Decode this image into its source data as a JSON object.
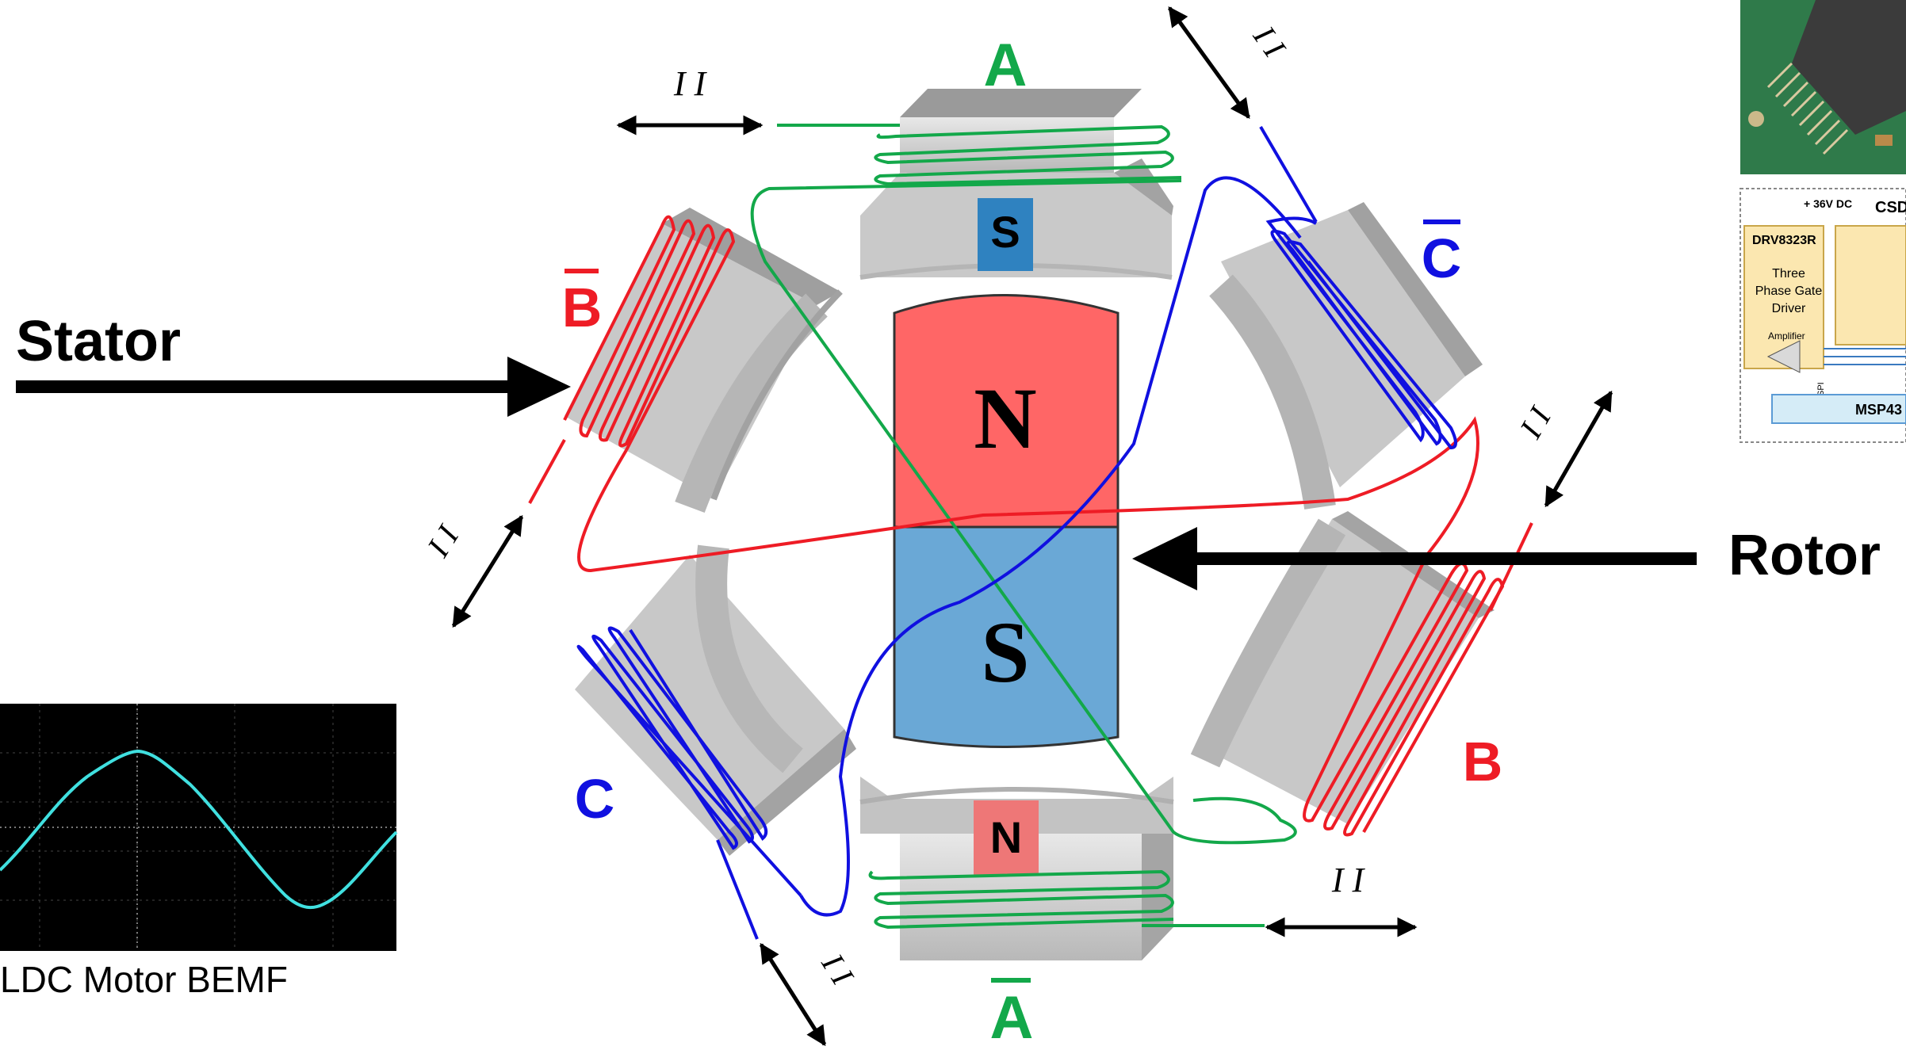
{
  "labels": {
    "stator": "Stator",
    "rotor": "Rotor",
    "phase_a": "A",
    "phase_a_bar": "A",
    "phase_b": "B",
    "phase_b_bar": "B",
    "phase_c": "C",
    "phase_c_bar": "C",
    "rotor_north": "N",
    "rotor_south": "S",
    "top_pole_south": "S",
    "bottom_pole_north": "N",
    "current_symbol": "I I",
    "bemf_caption": "LDC Motor BEMF"
  },
  "schematic_thumbnail": {
    "supply": "+ 36V DC",
    "fet_label": "CSD",
    "driver_name": "DRV8323R",
    "driver_desc_1": "Three",
    "driver_desc_2": "Phase Gate",
    "driver_desc_3": "Driver",
    "amplifier": "Amplifier",
    "spi": "SPI",
    "mcu": "MSP43"
  },
  "colors": {
    "phase_a": "#13a84a",
    "phase_b": "#ee1c25",
    "phase_c": "#1010e0",
    "rotor_north": "#ff6666",
    "rotor_south": "#6aa8d6",
    "pole_south": "#2f82c0",
    "pole_north": "#ee7777",
    "core_gray": "#cfcfcf",
    "scope_bg": "#000000",
    "scope_trace": "#40e0e0"
  }
}
